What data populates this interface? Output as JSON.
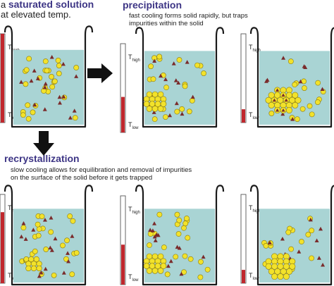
{
  "title": {
    "prefix": "a ",
    "bold": "saturated solution",
    "line2": "at elevated temp."
  },
  "precipitation": {
    "heading": "precipitation",
    "desc_line1": "fast cooling forms solid rapidly, but traps",
    "desc_line2": "impurities within the solid"
  },
  "recrystallization": {
    "heading": "recrystallization",
    "desc_line1": "slow cooling allows for equilibration and removal of impurities",
    "desc_line2": "on the surface of the solid before it gets trapped"
  },
  "thermometer": {
    "high": {
      "letter": "T",
      "sub": "high"
    },
    "low": {
      "letter": "T",
      "sub": "low"
    }
  },
  "colors": {
    "heading": "#3d3585",
    "solution": "#a9d4d4",
    "particle": "#f2e22b",
    "impurity": "#7a2b2b",
    "mercury": "#c0272d",
    "arrow": "#111111"
  },
  "icons": [
    "arrow-right-icon",
    "arrow-down-icon",
    "beaker-icon",
    "thermometer-icon"
  ]
}
